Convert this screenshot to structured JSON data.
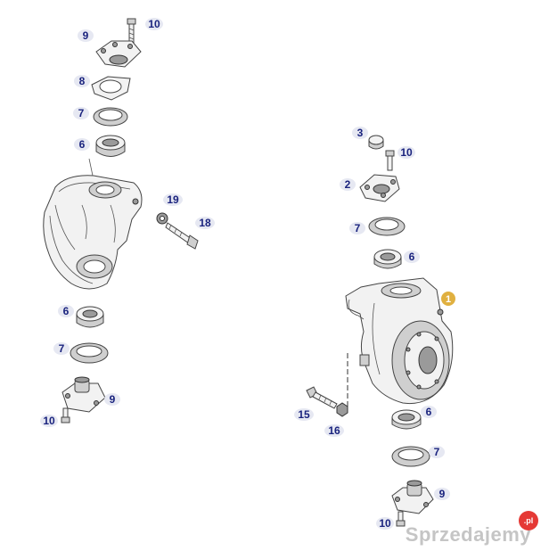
{
  "callouts": {
    "left": {
      "c10_top": "10",
      "c9_top": "9",
      "c8": "8",
      "c7_top": "7",
      "c6_top": "6",
      "c19": "19",
      "c18": "18",
      "c6_bottom": "6",
      "c7_bottom": "7",
      "c9_bottom": "9",
      "c10_bottom": "10"
    },
    "right": {
      "c3": "3",
      "c10_top": "10",
      "c2": "2",
      "c7_top": "7",
      "c6_top": "6",
      "c1": "1",
      "c15": "15",
      "c16": "16",
      "c6_bottom": "6",
      "c7_bottom": "7",
      "c9": "9",
      "c10_bottom": "10"
    }
  },
  "watermark": {
    "text": "Sprzedajemy",
    "badge": ".pl"
  },
  "colors": {
    "callout_text": "#1a237e",
    "callout_bg": "#e6e8f2",
    "highlight_callout": "#e0b040",
    "watermark_badge": "#e53935"
  }
}
